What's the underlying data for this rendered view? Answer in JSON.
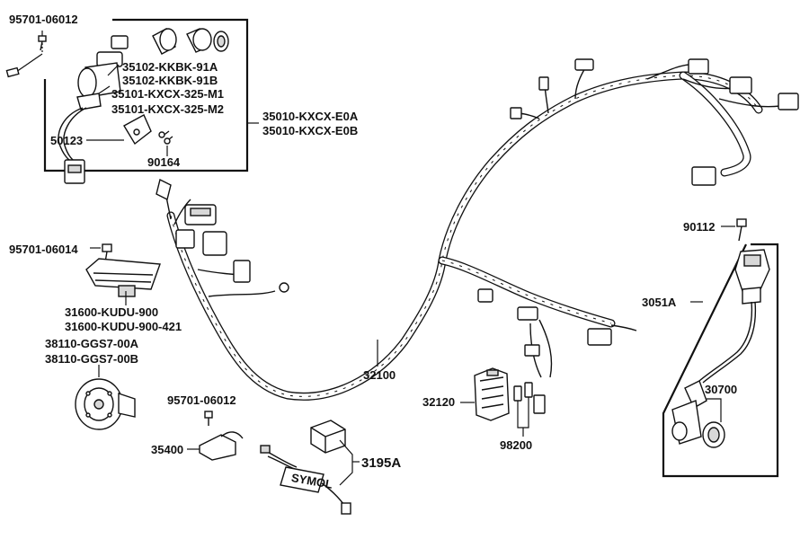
{
  "labels": {
    "l_95701_06012_top": "95701-06012",
    "l_35102_a": "35102-KKBK-91A",
    "l_35102_b": "35102-KKBK-91B",
    "l_35101_m1": "35101-KXCX-325-M1",
    "l_35101_m2": "35101-KXCX-325-M2",
    "l_35010_a": "35010-KXCX-E0A",
    "l_35010_b": "35010-KXCX-E0B",
    "l_50123": "50123",
    "l_90164": "90164",
    "l_95701_06014": "95701-06014",
    "l_31600_a": "31600-KUDU-900",
    "l_31600_b": "31600-KUDU-900-421",
    "l_38110_a": "38110-GGS7-00A",
    "l_38110_b": "38110-GGS7-00B",
    "l_95701_06012_mid": "95701-06012",
    "l_35400": "35400",
    "l_3195a": "3195A",
    "l_32100": "32100",
    "l_32120": "32120",
    "l_98200": "98200",
    "l_90112": "90112",
    "l_3051a": "3051A",
    "l_30700": "30700",
    "sticker_text": "SYMOL"
  }
}
